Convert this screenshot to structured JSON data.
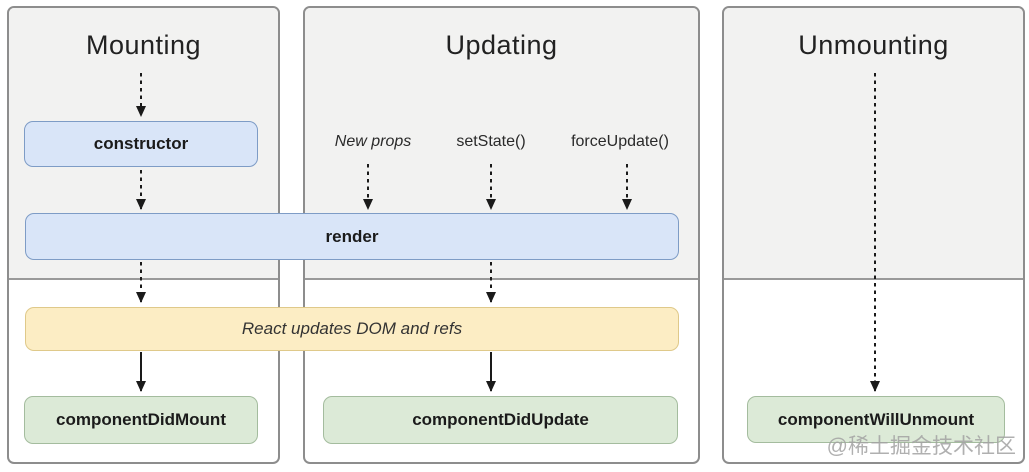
{
  "panels": {
    "mounting": {
      "title": "Mounting"
    },
    "updating": {
      "title": "Updating"
    },
    "unmounting": {
      "title": "Unmounting"
    }
  },
  "triggers": {
    "new_props": "New props",
    "set_state": "setState()",
    "force_update": "forceUpdate()"
  },
  "nodes": {
    "constructor": "constructor",
    "render": "render",
    "react_updates": "React updates DOM and refs",
    "component_did_mount": "componentDidMount",
    "component_did_update": "componentDidUpdate",
    "component_will_unmount": "componentWillUnmount"
  },
  "watermark": "@稀土掘金技术社区",
  "colors": {
    "panel_fill": "#f2f2f1",
    "panel_border": "#8d8d8d",
    "divider": "#9a9a9a",
    "blue_fill": "#d9e5f8",
    "blue_border": "#7e9cc6",
    "yellow_fill": "#fcedc4",
    "yellow_border": "#dfc98a",
    "green_fill": "#dcead7",
    "green_border": "#a4bc9e",
    "arrow": "#1a1a1a",
    "watermark": "#a3a3a3"
  }
}
